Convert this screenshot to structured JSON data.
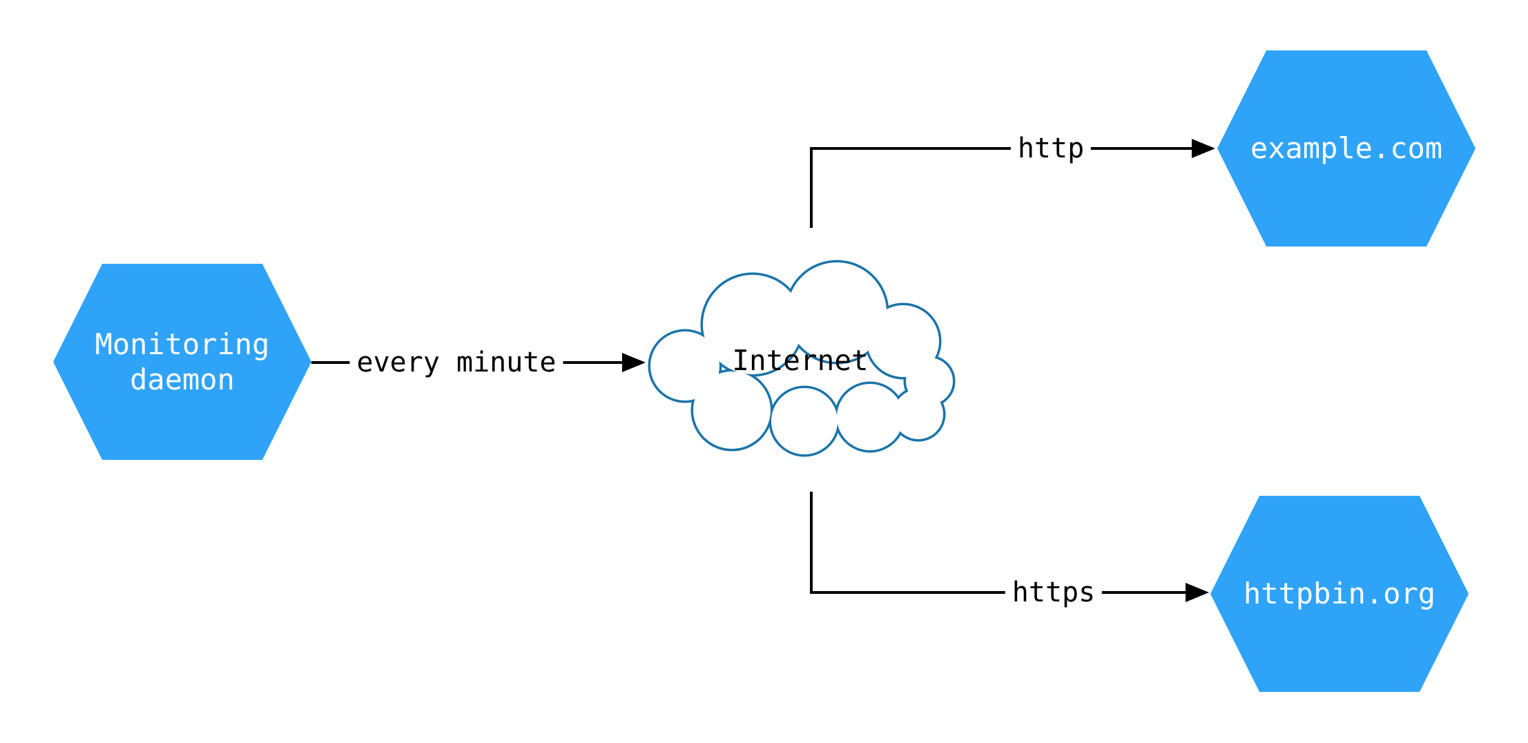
{
  "colors": {
    "node-fill": "#2fa3f7",
    "node-text": "#ffffff",
    "cloud-stroke": "#1b74a8",
    "cloud-fill": "#ffffff",
    "edge-stroke": "#000000",
    "edge-label-text": "#000000",
    "canvas-bg": "#ffffff"
  },
  "nodes": {
    "monitoring_daemon": {
      "label": "Monitoring daemon",
      "shape": "hexagon"
    },
    "internet": {
      "label": "Internet",
      "shape": "cloud"
    },
    "example_com": {
      "label": "example.com",
      "shape": "hexagon"
    },
    "httpbin_org": {
      "label": "httpbin.org",
      "shape": "hexagon"
    }
  },
  "edges": {
    "monitoring_to_internet": {
      "from": "monitoring_daemon",
      "to": "internet",
      "label": "every minute",
      "direction": "right"
    },
    "internet_to_example_com": {
      "from": "internet",
      "to": "example_com",
      "label": "http",
      "direction": "up-right"
    },
    "internet_to_httpbin_org": {
      "from": "internet",
      "to": "httpbin_org",
      "label": "https",
      "direction": "down-right"
    }
  }
}
